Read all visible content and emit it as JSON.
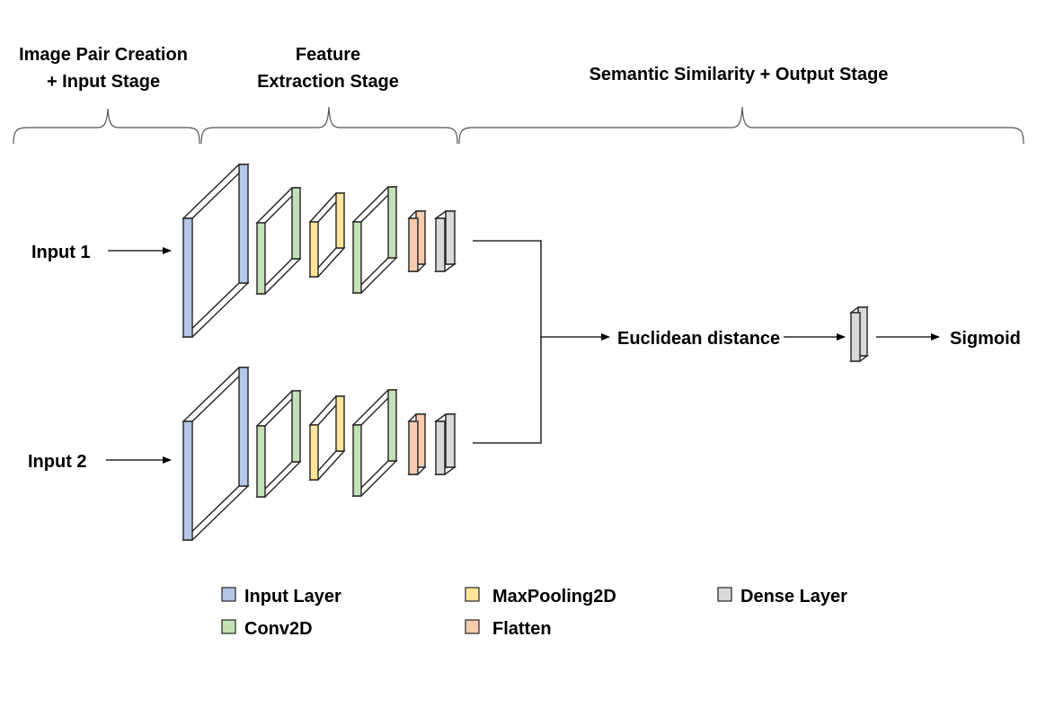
{
  "stages": {
    "stage1_line1": "Image Pair Creation",
    "stage1_line2": "+ Input Stage",
    "stage2_line1": "Feature",
    "stage2_line2": "Extraction Stage",
    "stage3": "Semantic Similarity + Output Stage"
  },
  "inputs": {
    "input1": "Input 1",
    "input2": "Input 2"
  },
  "nodes": {
    "distance": "Euclidean distance",
    "output": "Sigmoid"
  },
  "legend": {
    "input_layer": "Input Layer",
    "conv2d": "Conv2D",
    "maxpooling": "MaxPooling2D",
    "flatten": "Flatten",
    "dense": "Dense Layer"
  },
  "colors": {
    "input_layer": "#b4c7e7",
    "conv2d": "#c5e0b4",
    "maxpooling": "#ffe699",
    "flatten": "#f8cbad",
    "dense": "#d9d9d9"
  }
}
